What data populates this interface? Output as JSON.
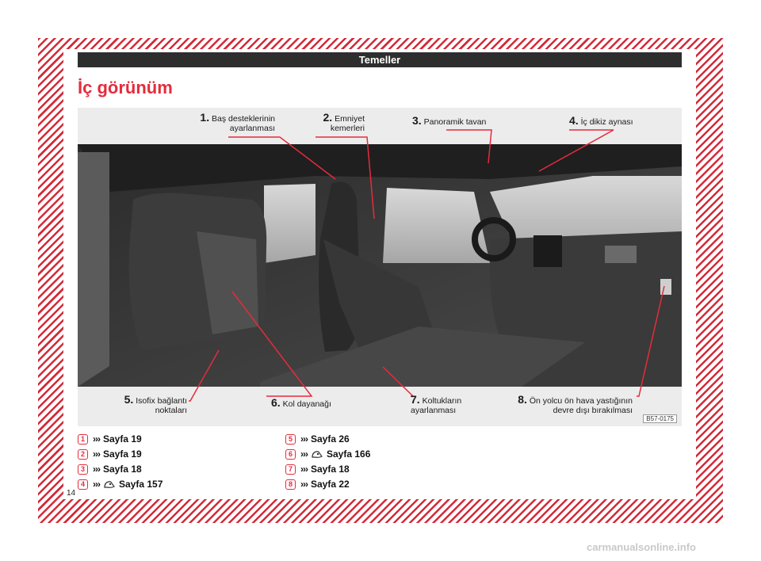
{
  "header": {
    "section_title": "Temeller"
  },
  "page": {
    "title": "İç görünüm",
    "number": "14"
  },
  "figure": {
    "code": "B57-0175",
    "callouts": [
      {
        "num": "1.",
        "text": "Baş desteklerinin ayarlanması"
      },
      {
        "num": "2.",
        "text": "Emniyet kemerleri"
      },
      {
        "num": "3.",
        "text": "Panoramik tavan"
      },
      {
        "num": "4.",
        "text": "İç dikiz aynası"
      },
      {
        "num": "5.",
        "text": "Isofix bağlantı noktaları"
      },
      {
        "num": "6.",
        "text": "Kol dayanağı"
      },
      {
        "num": "7.",
        "text": "Koltukların ayarlanması"
      },
      {
        "num": "8.",
        "text": "Ön yolcu ön hava yastığının devre dışı bırakılması"
      }
    ]
  },
  "references": [
    {
      "badge": "1",
      "arrows": "›››",
      "text": "Sayfa 19",
      "warning_icon": false
    },
    {
      "badge": "2",
      "arrows": "›››",
      "text": "Sayfa 19",
      "warning_icon": false
    },
    {
      "badge": "3",
      "arrows": "›››",
      "text": "Sayfa 18",
      "warning_icon": false
    },
    {
      "badge": "4",
      "arrows": "›››",
      "text": "Sayfa 157",
      "warning_icon": true
    },
    {
      "badge": "5",
      "arrows": "›››",
      "text": "Sayfa 26",
      "warning_icon": false
    },
    {
      "badge": "6",
      "arrows": "›››",
      "text": "Sayfa 166",
      "warning_icon": true
    },
    {
      "badge": "7",
      "arrows": "›››",
      "text": "Sayfa 18",
      "warning_icon": false
    },
    {
      "badge": "8",
      "arrows": "›››",
      "text": "Sayfa 22",
      "warning_icon": false
    }
  ],
  "colors": {
    "accent": "#e42c3c",
    "header_bar": "#2e2e2e"
  },
  "watermark": "carmanualsonline.info"
}
